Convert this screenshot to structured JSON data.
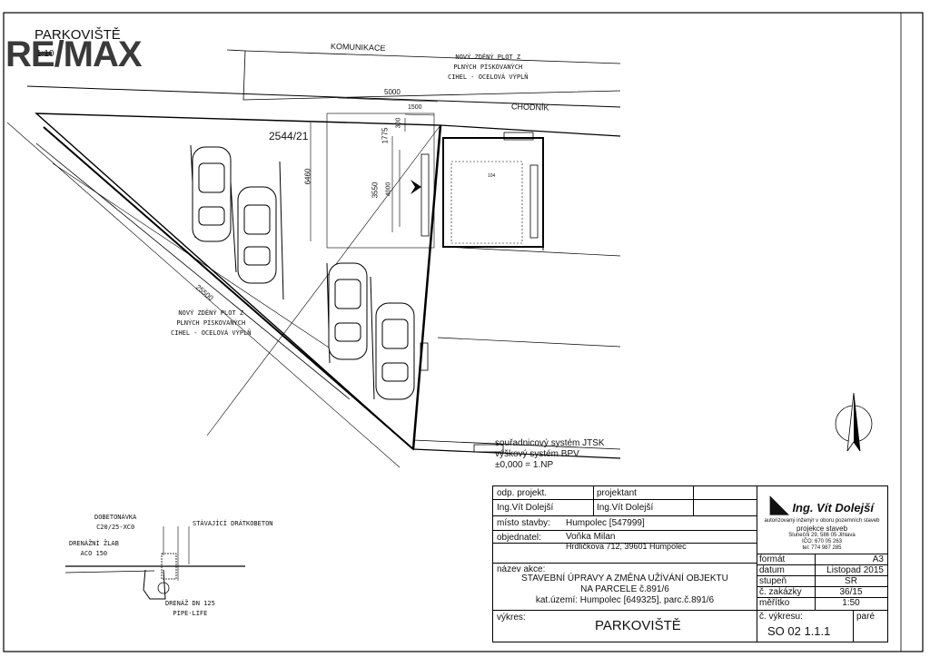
{
  "header": {
    "logo": "RE/MAX",
    "sheet_title": "PARKOVIŠTĚ",
    "scale_note": "1:10"
  },
  "labels": {
    "road": "KOMUNIKACE",
    "sidewalk": "CHODNÍK",
    "fence_top": [
      "NOVÝ ZDĚNÝ PLOT Z",
      "PLNÝCH PÍSKOVANÝCH",
      "CIHEL - OCELOVÁ VÝPLŇ"
    ],
    "fence_left": [
      "NOVÝ ZDĚNÝ PLOT Z",
      "PLNÝCH PÍSKOVANÝCH",
      "CIHEL - OCELOVÁ VÝPLŇ"
    ],
    "parcel": "2544/21",
    "room": "104",
    "coords": [
      "souřadnicový systém JTSK",
      "výškový systém BPV",
      "±0,000 = 1.NP"
    ]
  },
  "dimensions": {
    "d5000": "5000",
    "d1500": "1500",
    "d300": "300",
    "d1775": "1775",
    "d6460": "6460",
    "d3550": "3550",
    "d4000": "4000",
    "d25500": "25500"
  },
  "detail": {
    "l1": [
      "DOBETONÁVKA",
      "C20/25-XC0"
    ],
    "l2": [
      "DRENÁŽNÍ ŽLAB",
      "ACO 150"
    ],
    "l3": "STÁVAJÍCÍ DRÁTKOBETON",
    "l4": [
      "DRENÁŽ DN 125",
      "PIPE-LIFE"
    ]
  },
  "title_block": {
    "odp_projekt_label": "odp. projekt.",
    "odp_projekt_value": "Ing.Vít Dolejší",
    "projektant_label": "projektant",
    "projektant_value": "Ing.Vít Dolejší",
    "misto_label": "místo stavby:",
    "misto_value": "Humpolec [547999]",
    "objednatel_label": "objednatel:",
    "objednatel_name": "Voňka Milan",
    "objednatel_addr": "Hrdličkova 712, 39601 Humpolec",
    "nazev_label": "název akce:",
    "nazev_l1": "STAVEBNÍ ÚPRAVY A ZMĚNA UŽÍVÁNÍ OBJEKTU",
    "nazev_l2": "NA PARCELE č.891/6",
    "nazev_l3": "kat.území: Humpolec [649325], parc.č.891/6",
    "vykres_label": "výkres:",
    "vykres_value": "PARKOVIŠTĚ",
    "company": {
      "name": "Ing. Vít Dolejší",
      "line1": "autorizovaný inženýr v oboru pozemních staveb",
      "line2": "projekce staveb",
      "addr1": "Slunečni 29, 586 05 Jihlava",
      "addr2": "IČO: 670 05 263",
      "addr3": "tel: 774 987 285"
    },
    "format_label": "formát",
    "format_value": "A3",
    "datum_label": "datum",
    "datum_value": "Listopad 2015",
    "stupen_label": "stupeň",
    "stupen_value": "SŘ",
    "zakazka_label": "č. zakázky",
    "zakazka_value": "36/15",
    "meritko_label": "měřítko",
    "meritko_value": "1:50",
    "cislo_label": "č. výkresu:",
    "cislo_value": "SO 02 1.1.1",
    "pare_label": "paré"
  }
}
